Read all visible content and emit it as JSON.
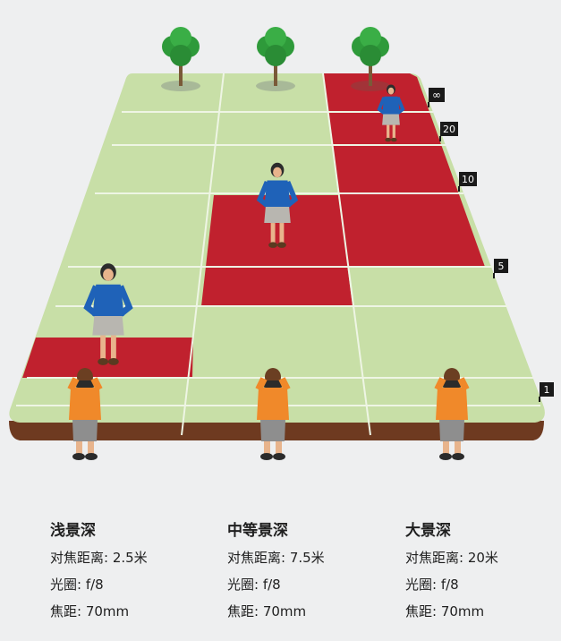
{
  "colors": {
    "ground": "#c8dfa7",
    "ground_dark": "#b7d28f",
    "grid": "#f4f8ee",
    "soil": "#6e3a20",
    "in_focus": "#c0212e",
    "tree": "#2e9a3a",
    "shirt_blue": "#1f62b8",
    "shirt_orange": "#f0892a"
  },
  "distance_markers": [
    "∞",
    "20",
    "10",
    "5",
    "1"
  ],
  "panels": [
    {
      "title": "浅景深",
      "focus_distance": "对焦距离: 2.5米",
      "aperture": "光圈: f/8",
      "focal_length": "焦距: 70mm",
      "in_focus_zone": "2.5m"
    },
    {
      "title": "中等景深",
      "focus_distance": "对焦距离: 7.5米",
      "aperture": "光圈: f/8",
      "focal_length": "焦距: 70mm",
      "in_focus_zone": "4m–10m"
    },
    {
      "title": "大景深",
      "focus_distance": "对焦距离: 20米",
      "aperture": "光圈: f/8",
      "focal_length": "焦距: 70mm",
      "in_focus_zone": "5m–∞"
    }
  ]
}
